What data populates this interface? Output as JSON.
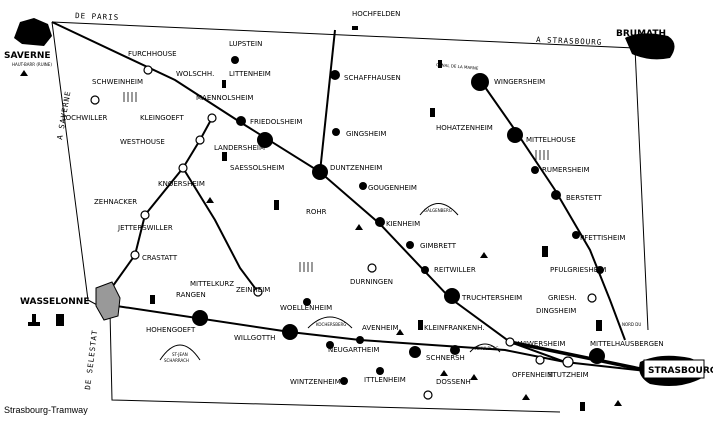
{
  "roads": {
    "paris": "DE PARIS",
    "strasbourg": "A STRASBOURG",
    "saverne": "A SAVERNE",
    "selestat": "DE SELESTAT",
    "canal": "CANAL DE LA MARNE",
    "nord": "NORD DU"
  },
  "towns": {
    "saverne": "SAVERNE",
    "haut_barr": "HAUT-BARR (RUINE)",
    "hochfelden": "HOCHFELDEN",
    "brumath": "BRUMATH",
    "wasselonne": "WASSELONNE",
    "strasbourg": "STRASBOURG"
  },
  "villages": {
    "furchhouse": "FURCHHOUSE",
    "lupstein": "LUPSTEIN",
    "wolschh": "WOLSCHH.",
    "littenheim": "LITTENHEIM",
    "schweinheim": "SCHWEINHEIM",
    "maennolsheim": "MAENNOLSHEIM",
    "lochwiller": "LOCHWILLER",
    "kleingoeft": "KLEINGOEFT",
    "friedolsheim": "FRIEDOLSHEIM",
    "westhouse": "WESTHOUSE",
    "landersheim": "LANDERSHEIM",
    "saessolsheim": "SAESSOLSHEIM",
    "duntzenheim": "DUNTZENHEIM",
    "schaffhausen": "SCHAFFHAUSEN",
    "gingsheim": "GINGSHEIM",
    "hohatzenheim": "HOHATZENHEIM",
    "wingersheim": "WINGERSHEIM",
    "mittelhouse": "MITTELHOUSE",
    "rumersheim": "RUMERSHEIM",
    "knoersheim": "KNOERSHEIM",
    "zehnacker": "ZEHNACKER",
    "jetterswiller": "JETTERSWILLER",
    "crastatt": "CRASTATT",
    "gougenheim": "GOUGENHEIM",
    "rohr": "ROHR",
    "kienheim": "KIENHEIM",
    "gimbrett": "GIMBRETT",
    "berstett": "BERSTETT",
    "pfettisheim": "PFETTISHEIM",
    "pfulgriesheim": "PFULGRIESHEIM",
    "reitwiller": "REITWILLER",
    "durningen": "DURNINGEN",
    "mittelkurz": "MITTELKURZ",
    "rangen": "RANGEN",
    "zeinheim": "ZEINHEIM",
    "woellenheim": "WOELLENHEIM",
    "truchtersheim": "TRUCHTERSHEIM",
    "griesh": "GRIESH.",
    "dingsheim": "DINGSHEIM",
    "hohengoeft": "HOHENGOEFT",
    "willgotth": "WILLGOTTH",
    "avenheim": "AVENHEIM",
    "kleinfrankenheim": "KLEINFRANKENH.",
    "neugartheim": "NEUGARTHEIM",
    "schnersh": "SCHNERSH",
    "wiwersheim": "WIWERSHEIM",
    "mittelhausbergen": "MITTELHAUSBERGEN",
    "wintzenheim": "WINTZENHEIM",
    "ittlenheim": "ITTLENHEIM",
    "dossenh": "DOSSENH",
    "offenheim": "OFFENHEIM",
    "stutzheim": "STUTZHEIM"
  },
  "hills": {
    "galgenberg": "GALGENBERG",
    "st_jean": "ST-JEAN",
    "scharrach": "SCHARRACH",
    "kochersberg": "KOCHERSBERG",
    "schulberg": "SCHULBERG"
  },
  "caption": "Strasbourg-Tramway"
}
